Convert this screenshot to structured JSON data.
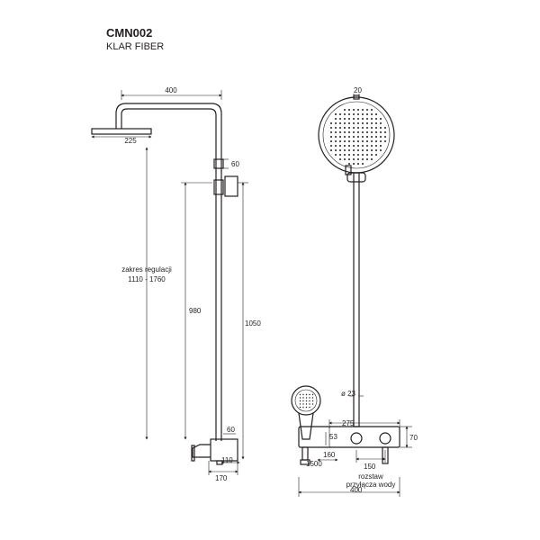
{
  "header": {
    "code": "CMN002",
    "model": "KLAR FIBER"
  },
  "side": {
    "dim_top": "400",
    "dim_head": "225",
    "dim_bracket": "60",
    "reg_label_1": "zakres regulacji",
    "reg_label_2": "1110 - 1760",
    "dim_980": "980",
    "dim_1050": "1050",
    "dim_60b": "60",
    "dim_110": "110",
    "dim_170": "170"
  },
  "front": {
    "dim_20": "20",
    "dim_pipe": "ø 23",
    "dim_275": "275",
    "dim_53": "53",
    "dim_70": "70",
    "dim_1500": "1500",
    "dim_160": "160",
    "dim_150": "150",
    "label_1": "rozstaw",
    "label_2": "przyłącza wody",
    "dim_400": "400"
  }
}
